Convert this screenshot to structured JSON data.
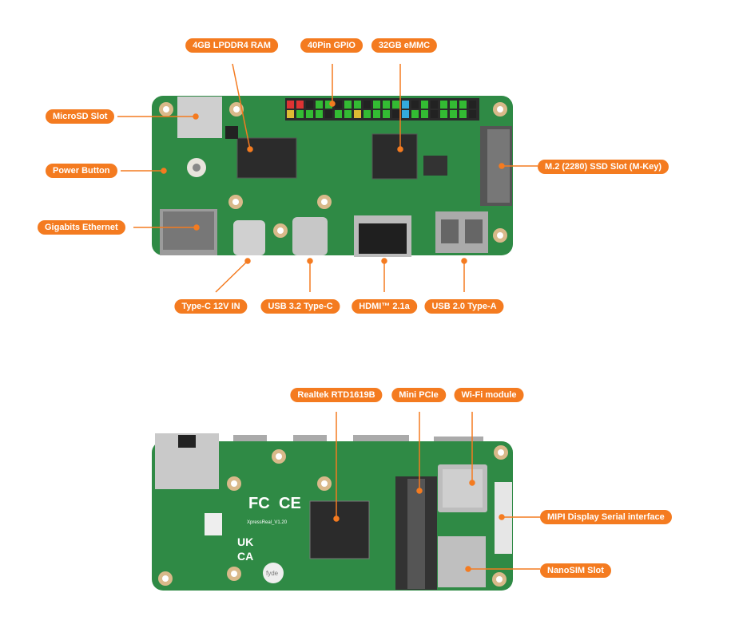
{
  "accent_color": "#f47b20",
  "board_color": "#2f8a45",
  "top_view": {
    "labels": {
      "ram": "4GB LPDDR4 RAM",
      "gpio": "40Pin GPIO",
      "emmc": "32GB eMMC",
      "microsd": "MicroSD Slot",
      "power": "Power Button",
      "ethernet": "Gigabits Ethernet",
      "m2": "M.2 (2280) SSD Slot (M-Key)",
      "typec_in": "Type-C 12V IN",
      "usb32": "USB 3.2 Type-C",
      "hdmi": "HDMI™ 2.1a",
      "usb20": "USB 2.0 Type-A"
    }
  },
  "bottom_view": {
    "labels": {
      "soc": "Realtek RTD1619B",
      "minipcie": "Mini PCIe",
      "wifi": "Wi-Fi module",
      "mipi": "MIPI Display Serial interface",
      "nanosim": "NanoSIM Slot"
    },
    "silkscreen": {
      "fc": "FC",
      "ce": "CE",
      "uk": "UK",
      "ca": "CA",
      "brand": "fyde",
      "board_name": "XpressReal_V1.20"
    }
  }
}
